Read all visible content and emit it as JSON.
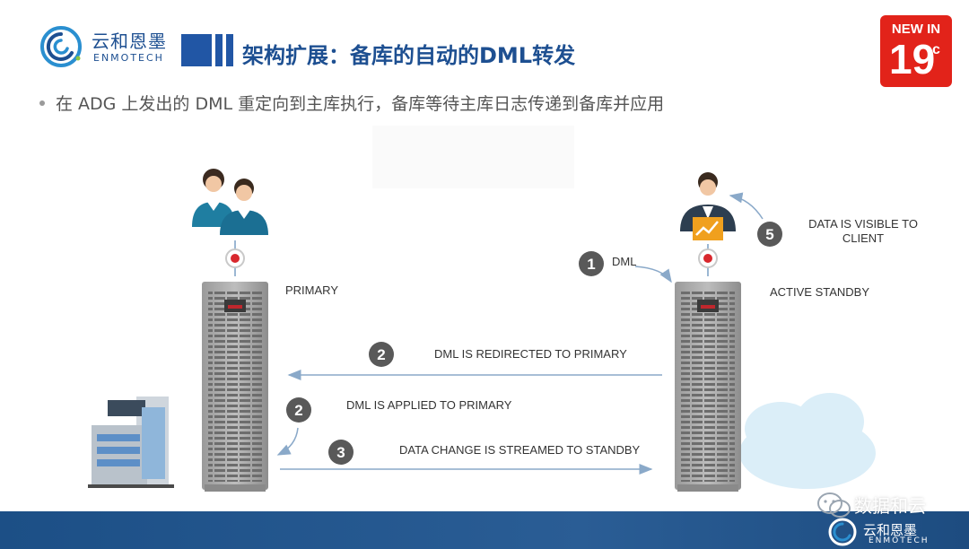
{
  "brand": {
    "name_cn": "云和恩墨",
    "name_en": "ENMOTECH",
    "color": "#1d4f91"
  },
  "header": {
    "title": "架构扩展：备库的自动的DML转发"
  },
  "badge": {
    "line1": "NEW IN",
    "version": "19",
    "superscript": "c",
    "color": "#e2231a"
  },
  "bullet": {
    "text": "在 ADG 上发出的 DML 重定向到主库执行，备库等待主库日志传递到备库并应用"
  },
  "diagram": {
    "nodes": {
      "primary": "PRIMARY",
      "standby": "ACTIVE STANDBY"
    },
    "steps": [
      {
        "num": "1",
        "text": "DML"
      },
      {
        "num": "2",
        "text": "DML IS REDIRECTED TO PRIMARY"
      },
      {
        "num": "2",
        "text": "DML IS APPLIED TO PRIMARY"
      },
      {
        "num": "3",
        "text": "DATA CHANGE IS STREAMED TO STANDBY"
      },
      {
        "num": "5",
        "text_line1": "DATA IS VISIBLE TO",
        "text_line2": "CLIENT"
      }
    ],
    "icons": [
      "users-icon",
      "building-icon",
      "server-rack-icon",
      "client-user-icon",
      "cloud-icon",
      "gear-icon"
    ],
    "colors": {
      "step_circle": "#595959",
      "arrow": "#8aa9c9",
      "server": "#7f7f7f"
    }
  },
  "watermark": {
    "text": "数据和云",
    "name_cn": "云和恩墨",
    "name_en": "ENMOTECH"
  }
}
